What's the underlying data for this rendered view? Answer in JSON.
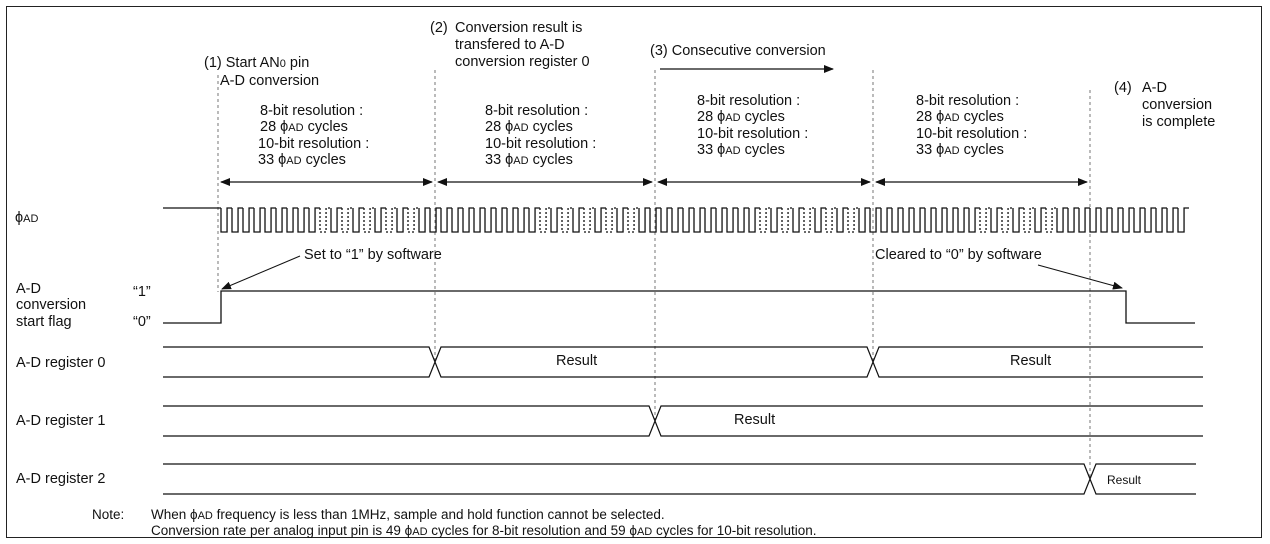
{
  "callouts": {
    "c1_num": "(1)",
    "c1_line1": "Start AN",
    "c1_sub": "0",
    "c1_line1_end": " pin",
    "c1_line2": "A-D conversion",
    "c2_num": "(2)",
    "c2_line1": "Conversion result is",
    "c2_line2": "transfered to A-D",
    "c2_line3": "conversion register 0",
    "c3": "(3) Consecutive conversion",
    "c4_num": "(4)",
    "c4_line1": "A-D",
    "c4_line2": "conversion",
    "c4_line3": "is complete"
  },
  "cycle_block": {
    "l1": "8-bit resolution :",
    "l2a": "28 ",
    "l3": "10-bit resolution :",
    "l4a": "33 ",
    "phi": "ϕ",
    "ad": "AD",
    "cycles": " cycles"
  },
  "signals": {
    "phi_label_phi": "ϕ",
    "phi_label_ad": "AD",
    "flag_l1": "A-D",
    "flag_l2": "conversion",
    "flag_l3": "start flag",
    "flag_one": "“1”",
    "flag_zero": "“0”",
    "reg0": "A-D register 0",
    "reg1": "A-D register 1",
    "reg2": "A-D register 2",
    "result": "Result"
  },
  "annotations": {
    "set_by_sw": "Set to “1” by software",
    "cleared_by_sw": "Cleared to “0” by software"
  },
  "note": {
    "label": "Note:",
    "line1_a": "When ",
    "line1_b": " frequency is less than 1MHz, sample and hold function cannot be selected.",
    "line2_a": "Conversion rate per analog input pin is 49 ",
    "line2_b": " cycles for 8-bit resolution and 59 ",
    "line2_c": " cycles for 10-bit resolution."
  }
}
